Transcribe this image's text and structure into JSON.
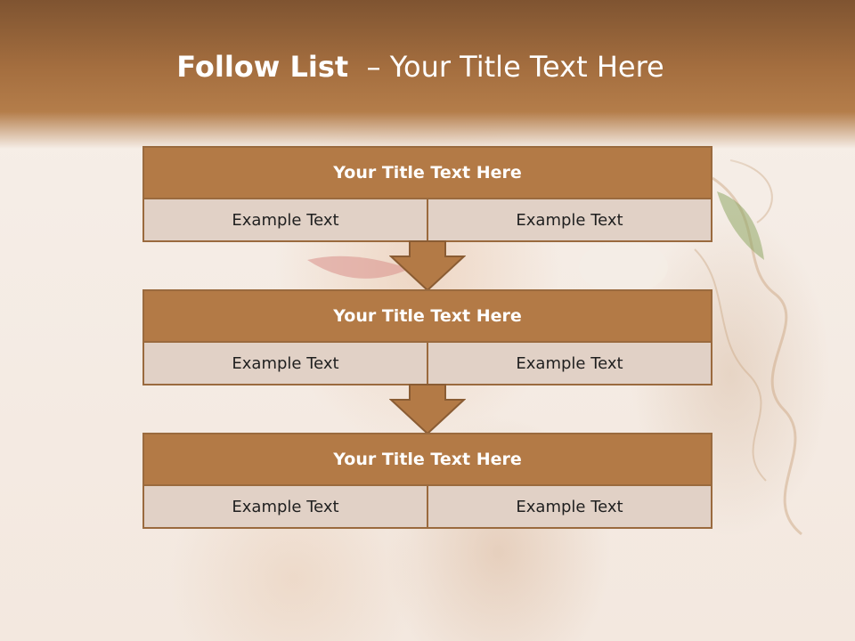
{
  "slide": {
    "title_bold": "Follow List",
    "title_rest": "  – Your Title Text Here"
  },
  "blocks": [
    {
      "title": "Your Title Text Here",
      "left": "Example Text",
      "right": "Example Text"
    },
    {
      "title": "Your Title Text Here",
      "left": "Example Text",
      "right": "Example Text"
    },
    {
      "title": "Your Title Text Here",
      "left": "Example Text",
      "right": "Example Text"
    }
  ],
  "colors": {
    "header": "#a46e3f",
    "title_bar": "#b37a46",
    "cell": "#e1d1c6",
    "border": "#9a6a3e",
    "arrow": "#b37a46"
  }
}
